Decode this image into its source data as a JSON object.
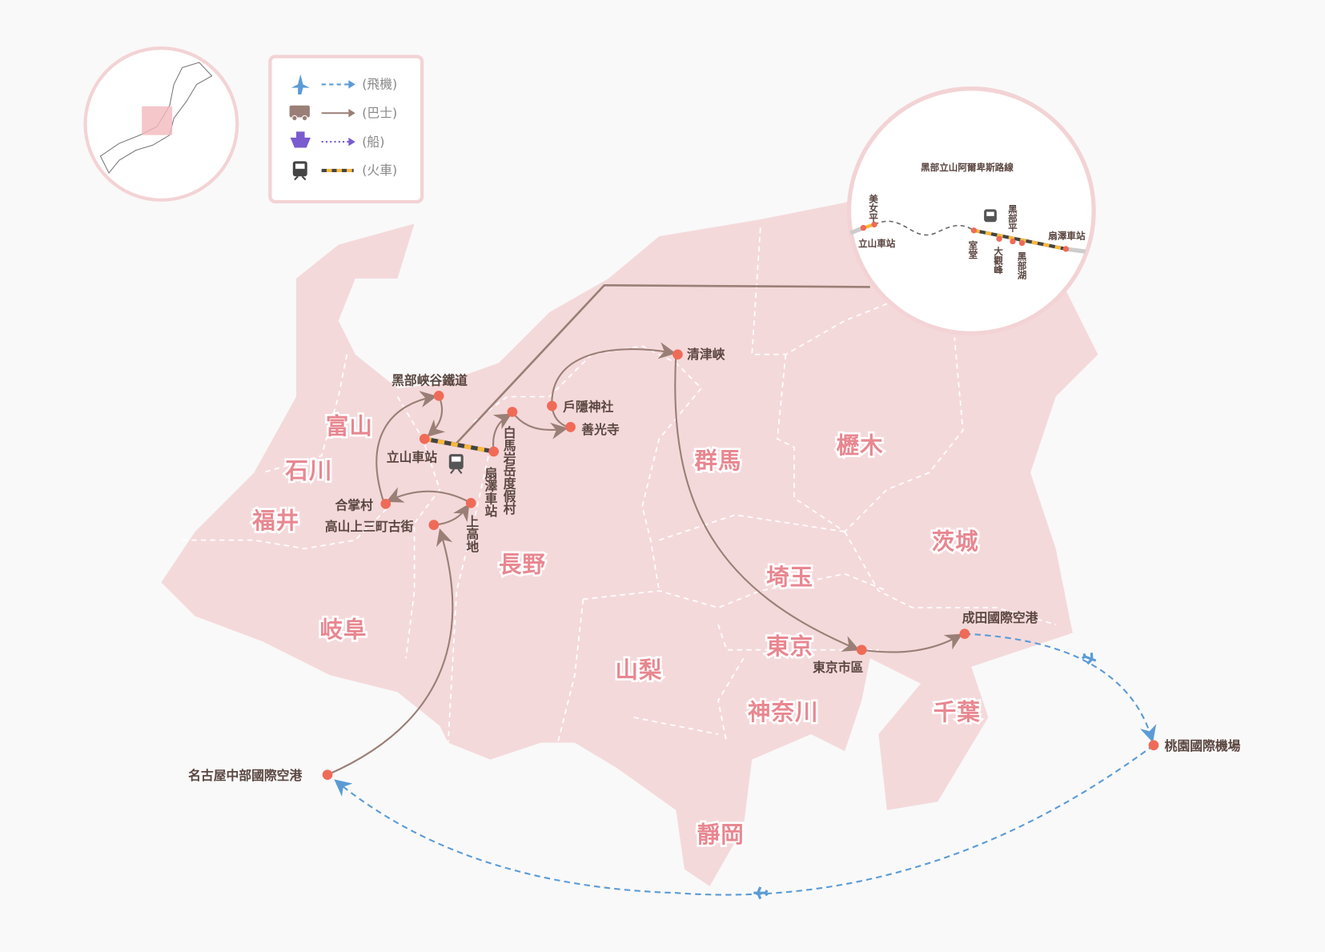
{
  "legend": {
    "items": [
      {
        "icon": "airplane-icon",
        "label": "(飛機)",
        "color": "#5b9bd5"
      },
      {
        "icon": "bus-icon",
        "label": "(巴士)",
        "color": "#9a7f76"
      },
      {
        "icon": "ship-icon",
        "label": "(船)",
        "color": "#7a5bd0"
      },
      {
        "icon": "train-icon",
        "label": "(火車)",
        "color": "#333333"
      }
    ]
  },
  "prefectures": [
    "富山",
    "石川",
    "福井",
    "岐阜",
    "長野",
    "群馬",
    "櫪木",
    "茨城",
    "埼玉",
    "東京",
    "山梨",
    "神奈川",
    "千葉",
    "靜岡"
  ],
  "places": {
    "kurobe": "黑部峽谷鐵道",
    "tateyama": "立山車站",
    "ogizawa": "扇澤車站",
    "hakuba": "白馬岩岳度假村",
    "togakushi": "戶隱神社",
    "zenkoji": "善光寺",
    "kiyotsu": "清津峽",
    "gassho": "合掌村",
    "takayama": "高山上三町古街",
    "kamikochi": "上高地",
    "tokyo": "東京市區",
    "narita": "成田國際空港",
    "taoyuan": "桃園國際機場",
    "nagoya": "名古屋中部國際空港"
  },
  "inset": {
    "title": "黑部立山阿爾卑斯路線",
    "stations": [
      "美女平",
      "立山車站",
      "室堂",
      "大觀峰",
      "黑部平",
      "黑部湖",
      "扇澤車站"
    ]
  },
  "colors": {
    "land": "#f4d9db",
    "point": "#ef6b57",
    "route": "#9a7f76",
    "flight": "#5b9bd5"
  }
}
